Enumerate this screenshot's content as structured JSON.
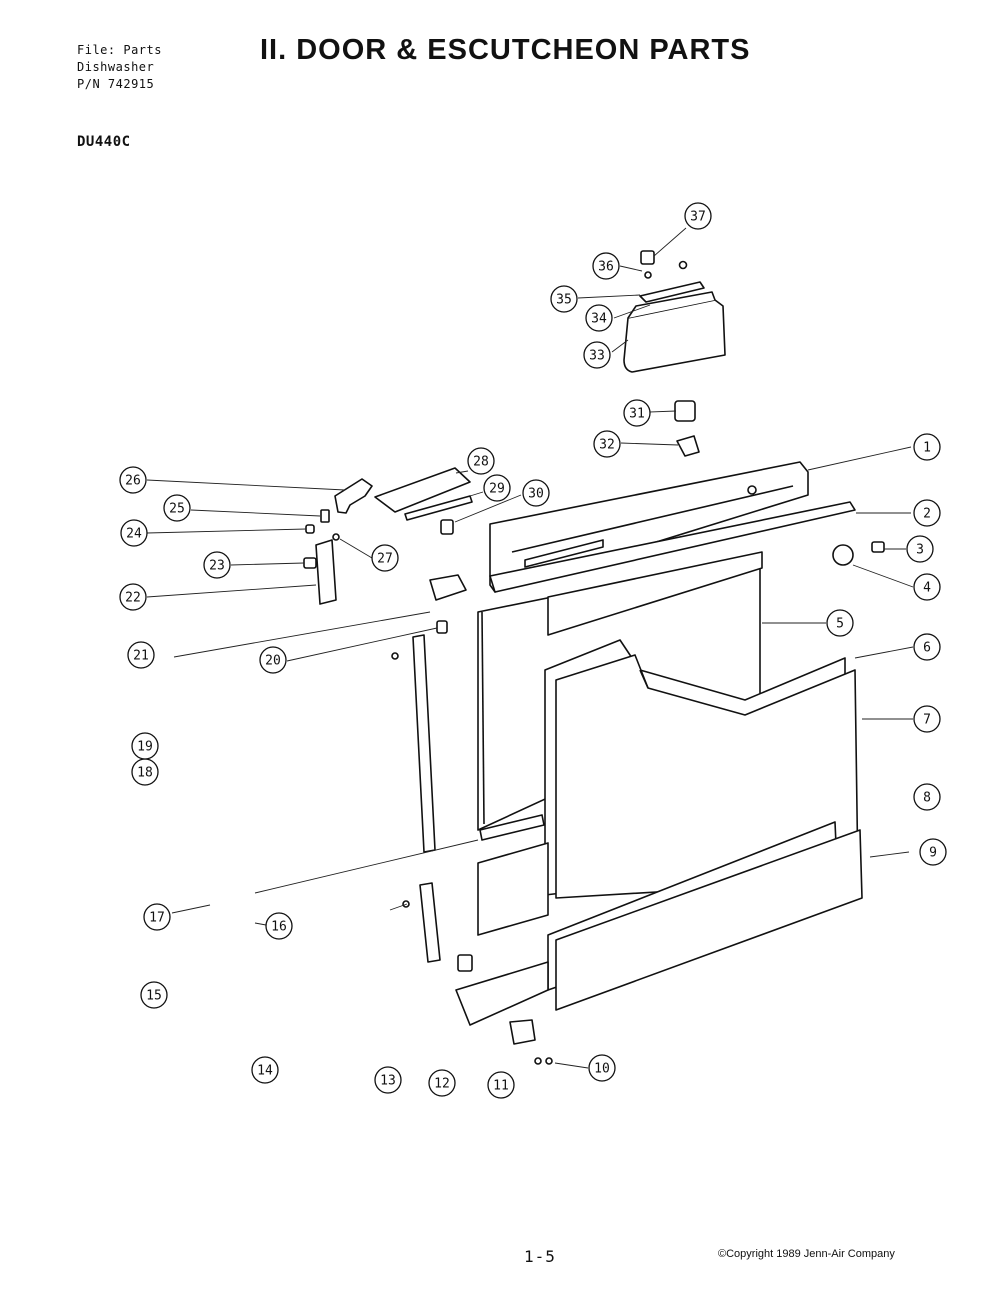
{
  "header": {
    "file_line": "File:  Parts",
    "product_line": "Dishwasher",
    "pn_line": "P/N 742915"
  },
  "title": "II. DOOR & ESCUTCHEON PARTS",
  "model": "DU440C",
  "callouts": [
    "1",
    "2",
    "3",
    "4",
    "5",
    "6",
    "7",
    "8",
    "9",
    "10",
    "11",
    "12",
    "13",
    "14",
    "15",
    "16",
    "17",
    "18",
    "19",
    "20",
    "21",
    "22",
    "23",
    "24",
    "25",
    "26",
    "27",
    "28",
    "29",
    "30",
    "31",
    "32",
    "33",
    "34",
    "35",
    "36",
    "37"
  ],
  "footer": {
    "page": "1-5",
    "copyright": "©Copyright 1989 Jenn-Air Company"
  }
}
